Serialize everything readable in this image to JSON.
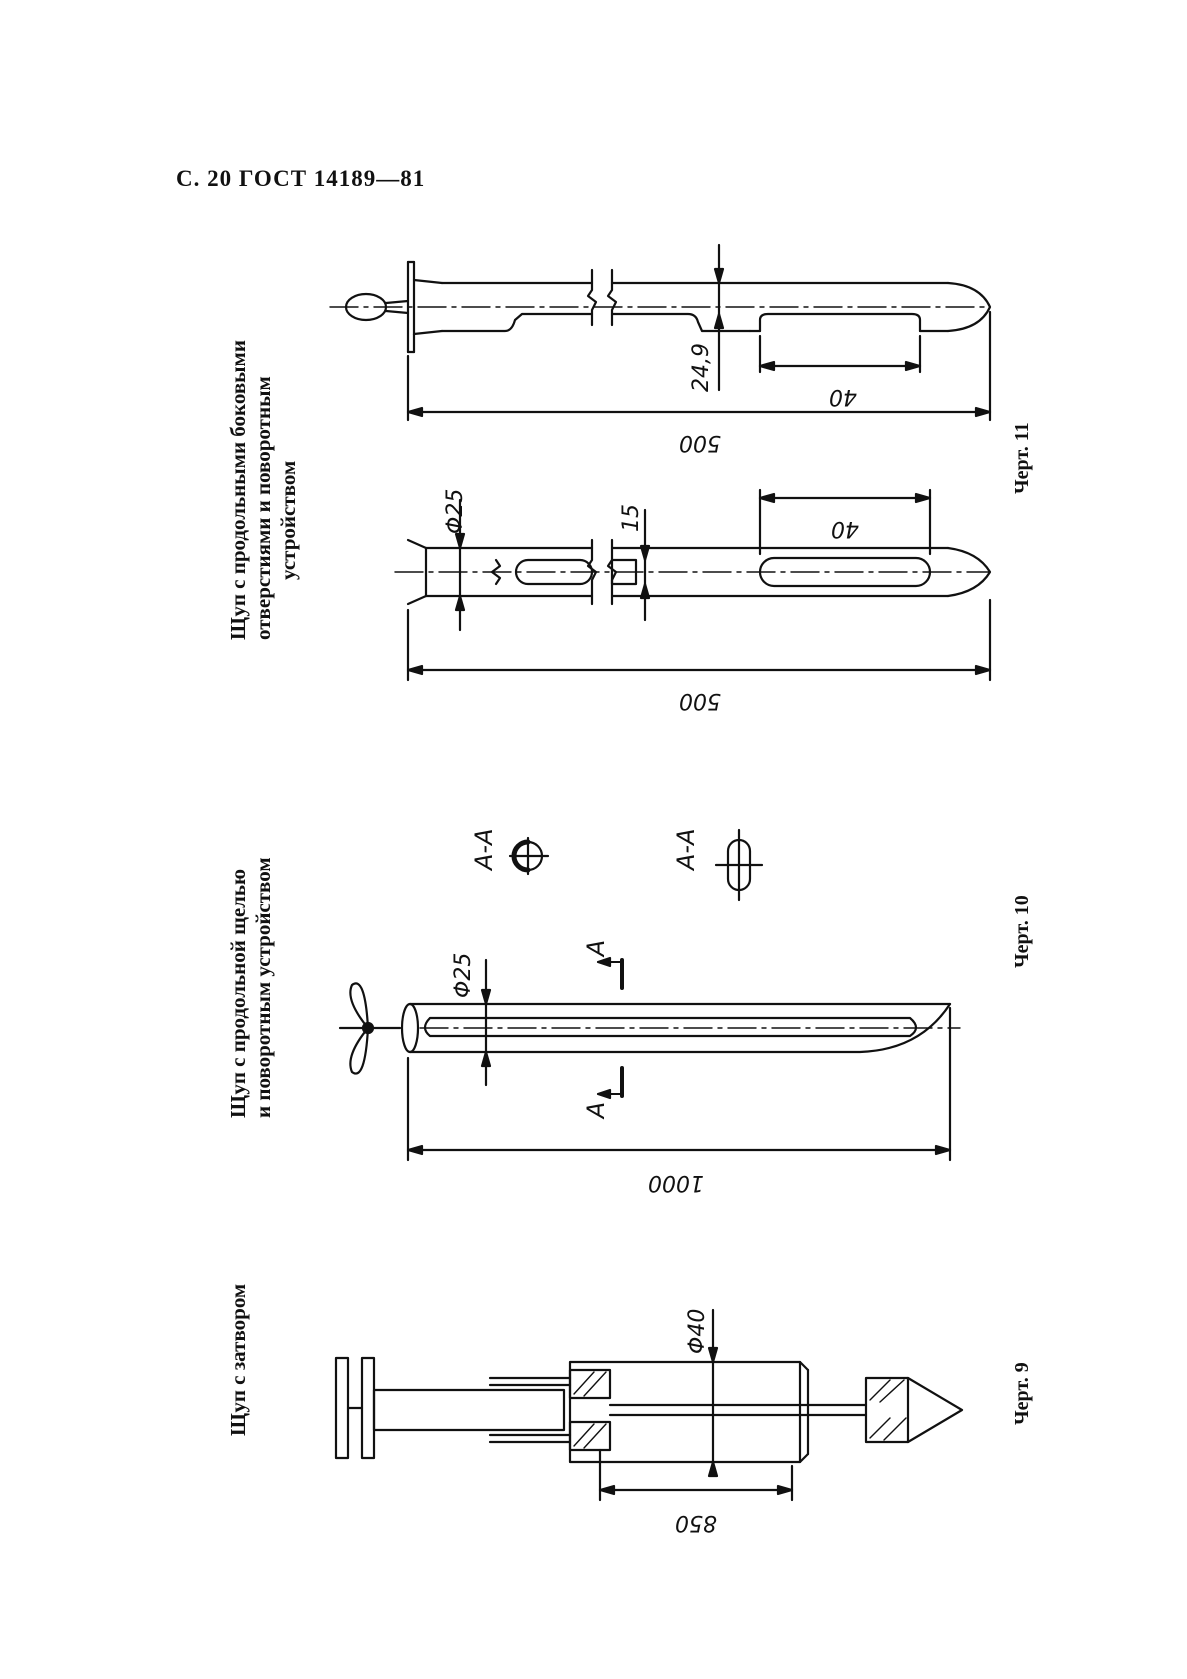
{
  "header": {
    "text": "С. 20 ГОСТ 14189—81"
  },
  "figures": [
    {
      "id": "fig11",
      "caption": [
        "Щуп с продольными боковыми",
        "отверстиями и поворотным",
        "устройством"
      ],
      "label": "Черт. 11",
      "dims": {
        "length_top": "500",
        "slot_top": "40",
        "height_top": "24,9",
        "length_bottom": "500",
        "slot_bottom": "40",
        "diameter": "Φ25",
        "width": "15"
      }
    },
    {
      "id": "fig10",
      "caption": [
        "Щуп с продольной щелью",
        "и поворотным устройством"
      ],
      "label": "Черт. 10",
      "dims": {
        "length": "1000",
        "diameter": "Φ25",
        "section_mark": "A",
        "section_label_1": "А-А",
        "section_label_2": "А-А"
      }
    },
    {
      "id": "fig9",
      "caption": [
        "Щуп с затвором"
      ],
      "label": "Черт. 9",
      "dims": {
        "length": "850",
        "diameter": "Φ40"
      }
    }
  ]
}
